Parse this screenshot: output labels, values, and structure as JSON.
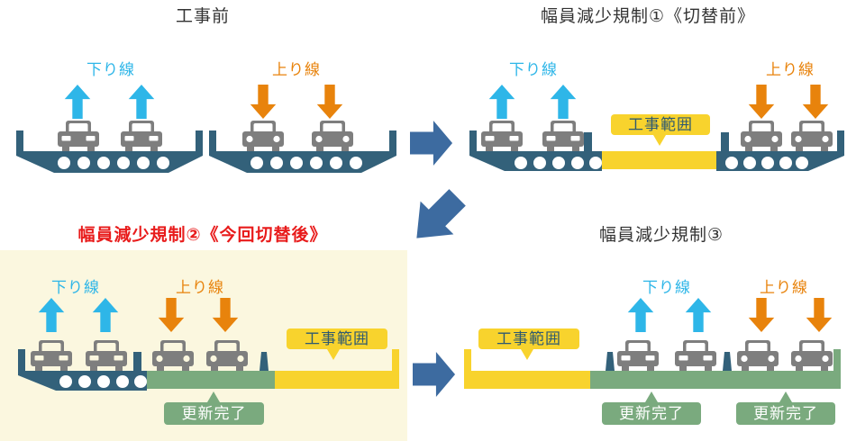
{
  "colors": {
    "teal": "#33617A",
    "cyan": "#2EB6E8",
    "orange": "#E8830C",
    "yellow": "#F8D32D",
    "green": "#7AAA7E",
    "cream": "#FBF7DF",
    "car_gray": "#7E7E7E",
    "label_text": "#2F5A70",
    "red": "#E81B1B",
    "title": "#333333",
    "arrow_blue": "#3D6BA0"
  },
  "icons": {
    "down_lane_arrow": "block-arrow-up",
    "up_lane_arrow": "block-arrow-down",
    "flow_arrow_1": "block-arrow-right",
    "flow_arrow_2": "block-arrow-down-left",
    "flow_arrow_3": "block-arrow-right",
    "vehicle": "car",
    "road": "bridge-deck-cross-section"
  },
  "panels": [
    {
      "title": "工事前",
      "down_line": "下り線",
      "up_line": "上り線"
    },
    {
      "title": "幅員減少規制①《切替前》",
      "down_line": "下り線",
      "up_line": "上り線",
      "construction_zone": "工事範囲"
    },
    {
      "title": "幅員減少規制②《今回切替後》",
      "highlight": true,
      "down_line": "下り線",
      "up_line": "上り線",
      "construction_zone": "工事範囲",
      "renewed": "更新完了"
    },
    {
      "title": "幅員減少規制③",
      "down_line": "下り線",
      "up_line": "上り線",
      "construction_zone": "工事範囲",
      "renewed_1": "更新完了",
      "renewed_2": "更新完了"
    }
  ]
}
